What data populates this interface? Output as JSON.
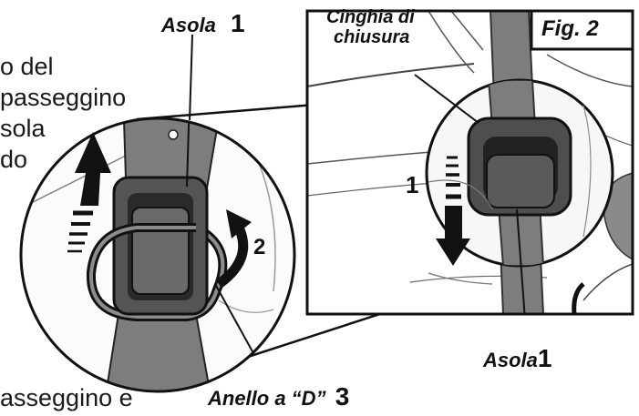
{
  "instructions_fragments": {
    "line1": "o del",
    "line2": "passeggino",
    "line3": "sola",
    "line4": "do",
    "bottom": "asseggino e"
  },
  "labels": {
    "asola_top": "Asola",
    "asola_top_num": "1",
    "cinghia_line1": "Cinghia di",
    "cinghia_line2": "chiusura",
    "fig": "Fig. 2",
    "step1": "1",
    "step2": "2",
    "asola_bottom": "Asola",
    "asola_bottom_num": "1",
    "anello": "Anello a “D”",
    "anello_num": "3"
  },
  "colors": {
    "ink": "#111111",
    "strap": "#7d7d7d",
    "background": "#ffffff"
  }
}
